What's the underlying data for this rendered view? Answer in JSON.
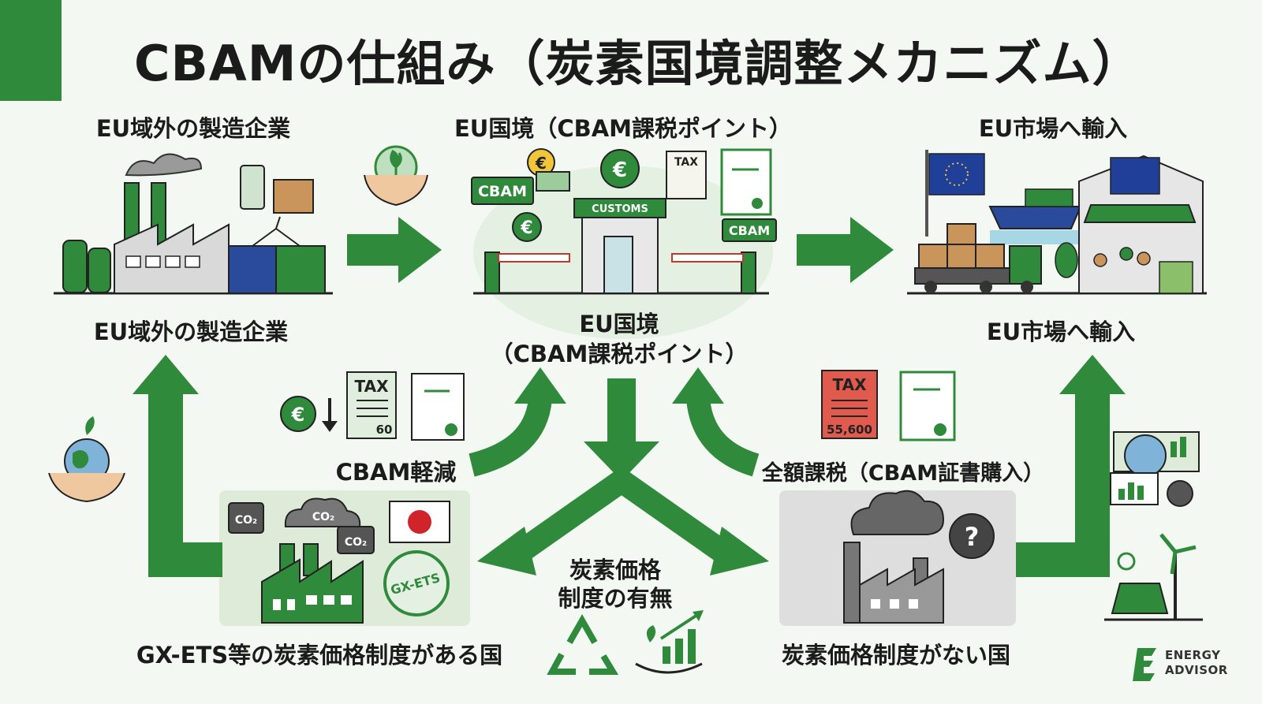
{
  "title": "CBAMの仕組み（炭素国境調整メカニズム）",
  "headers": {
    "left": "EU域外の製造企業",
    "center": "EU国境（CBAM課税ポイント）",
    "right": "EU市場へ輸入"
  },
  "mid_labels": {
    "left": "EU域外の製造企業",
    "center_line1": "EU国境",
    "center_line2": "（CBAM課税ポイント）",
    "right": "EU市場へ輸入"
  },
  "branch_labels": {
    "left": "CBAM軽減",
    "right": "全額課税（CBAM証書購入）"
  },
  "decision": {
    "line1": "炭素価格",
    "line2": "制度の有無"
  },
  "bottom_labels": {
    "left": "GX-ETS等の炭素価格制度がある国",
    "right": "炭素価格制度がない国"
  },
  "icon_text": {
    "cbam": "CBAM",
    "customs": "CUSTOMS",
    "tax": "TAX",
    "euro": "€",
    "co2": "CO₂",
    "gx_ets": "GX-ETS",
    "question": "?",
    "tax_amount_low": "60",
    "tax_amount_high": "55,600"
  },
  "logo": {
    "line1": "ENERGY",
    "line2": "ADVISOR"
  },
  "colors": {
    "primary_green": "#2f8a3c",
    "dark_green": "#1f6b2c",
    "light_green_panel": "#ddebd8",
    "grey_panel": "#dedede",
    "tax_red": "#e05a4e",
    "eu_blue": "#1f3f99",
    "background": "#f4f8f3"
  }
}
